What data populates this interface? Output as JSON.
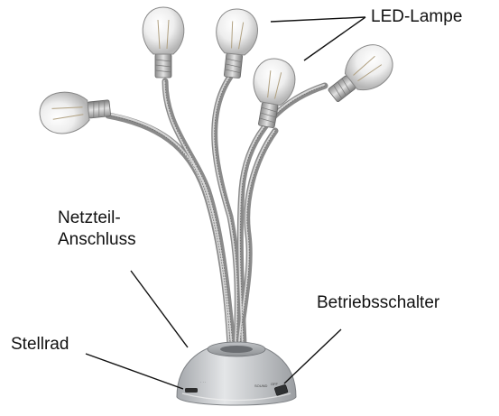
{
  "labels": {
    "led_lamp": "LED-Lampe",
    "power_connector_line1": "Netzteil-",
    "power_connector_line2": "Anschluss",
    "operating_switch": "Betriebsschalter",
    "adjustment_wheel": "Stellrad"
  },
  "colors": {
    "text": "#111111",
    "leader_line": "#111111",
    "gooseneck": "#9a9a9a",
    "base_silver": "#c8cacd",
    "bulb_glass": "#eeeeee"
  },
  "icons": [
    "led-bulb",
    "gooseneck-arm",
    "lamp-base",
    "power-switch",
    "adjustment-wheel"
  ]
}
